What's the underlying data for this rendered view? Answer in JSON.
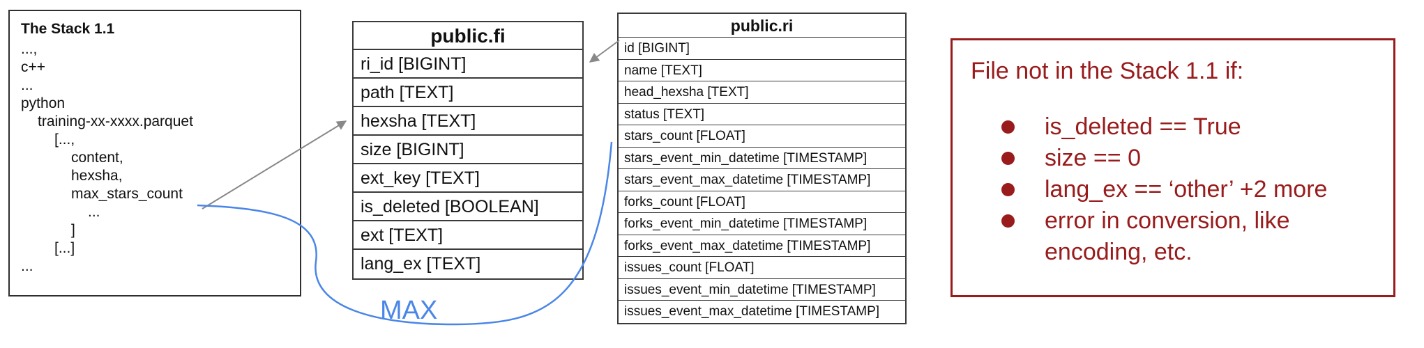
{
  "stack_box": {
    "title": "The Stack 1.1",
    "lines": [
      {
        "text": "...,",
        "indent": 0
      },
      {
        "text": "c++",
        "indent": 0
      },
      {
        "text": "...",
        "indent": 0
      },
      {
        "text": "python",
        "indent": 0
      },
      {
        "text": "training-xx-xxxx.parquet",
        "indent": 1
      },
      {
        "text": "[...,",
        "indent": 2
      },
      {
        "text": "content,",
        "indent": 3
      },
      {
        "text": "hexsha,",
        "indent": 3
      },
      {
        "text": "max_stars_count",
        "indent": 3
      },
      {
        "text": "...",
        "indent": 4
      },
      {
        "text": "]",
        "indent": 3
      },
      {
        "text": "[...]",
        "indent": 2
      },
      {
        "text": "...",
        "indent": 0
      }
    ]
  },
  "fi_table": {
    "title": "public.fi",
    "rows": [
      "ri_id [BIGINT]",
      "path [TEXT]",
      "hexsha [TEXT]",
      "size [BIGINT]",
      "ext_key [TEXT]",
      "is_deleted [BOOLEAN]",
      "ext [TEXT]",
      "lang_ex [TEXT]"
    ]
  },
  "ri_table": {
    "title": "public.ri",
    "rows": [
      "id [BIGINT]",
      "name [TEXT]",
      "head_hexsha [TEXT]",
      "status [TEXT]",
      "stars_count [FLOAT]",
      "stars_event_min_datetime [TIMESTAMP]",
      "stars_event_max_datetime [TIMESTAMP]",
      "forks_count [FLOAT]",
      "forks_event_min_datetime [TIMESTAMP]",
      "forks_event_max_datetime [TIMESTAMP]",
      "issues_count [FLOAT]",
      "issues_event_min_datetime [TIMESTAMP]",
      "issues_event_max_datetime [TIMESTAMP]"
    ]
  },
  "note_box": {
    "title": "File not in the Stack 1.1 if:",
    "bullets": [
      "is_deleted == True",
      "size == 0",
      "lang_ex == ‘other’ +2 more",
      "error in conversion, like encoding, etc."
    ]
  },
  "annotations": {
    "max_label": "MAX"
  },
  "colors": {
    "note_red": "#991b1b",
    "connector_blue": "#4a86e8",
    "arrow_gray": "#888888"
  }
}
